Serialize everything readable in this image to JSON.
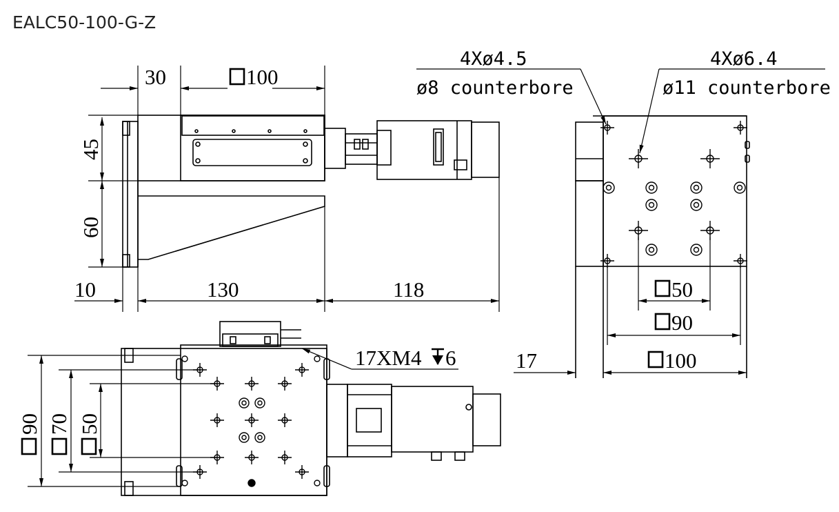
{
  "title": "EALC50-100-G-Z",
  "dims": {
    "d30": "30",
    "d100": "100",
    "d45": "45",
    "d60": "60",
    "d10": "10",
    "d130": "130",
    "d118": "118",
    "d90": "90",
    "d70": "70",
    "d50": "50",
    "d17": "17",
    "d50r": "50",
    "d90r": "90",
    "d100r": "100"
  },
  "callouts": {
    "hole_a_top": "4Xø4.5",
    "hole_a_bottom": "ø8 counterbore",
    "hole_b_top": "4Xø6.4",
    "hole_b_bottom": "ø11 counterbore",
    "thread": "17XM4",
    "thread_depth": "6"
  }
}
